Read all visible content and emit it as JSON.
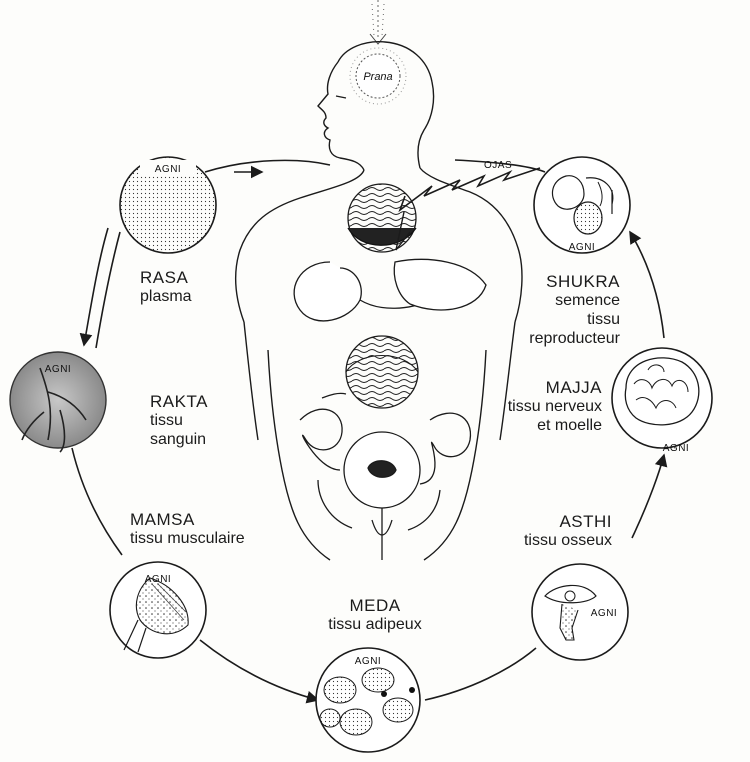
{
  "prana_label": "Prana",
  "ojas_label": "OJAS",
  "agni_label": "AGNI",
  "tissues": [
    {
      "name": "RASA",
      "desc": [
        "plasma"
      ]
    },
    {
      "name": "RAKTA",
      "desc": [
        "tissu",
        "sanguin"
      ]
    },
    {
      "name": "MAMSA",
      "desc": [
        "tissu musculaire"
      ]
    },
    {
      "name": "MEDA",
      "desc": [
        "tissu adipeux"
      ]
    },
    {
      "name": "ASTHI",
      "desc": [
        "tissu osseux"
      ]
    },
    {
      "name": "MAJJA",
      "desc": [
        "tissu nerveux",
        "et moelle"
      ]
    },
    {
      "name": "SHUKRA",
      "desc": [
        "semence",
        "tissu",
        "reproducteur"
      ]
    }
  ],
  "colors": {
    "ink": "#1b1b1b",
    "paper": "#fdfdfb",
    "rakta_shade": "#9a9a9a"
  }
}
